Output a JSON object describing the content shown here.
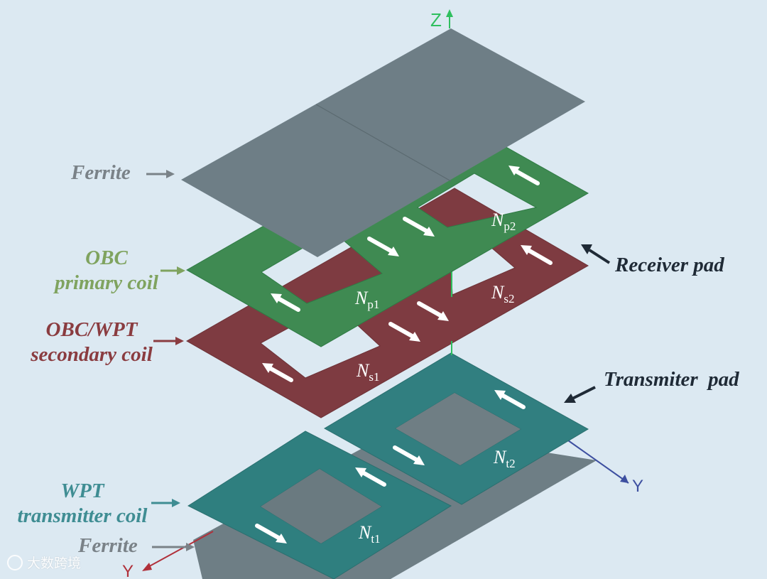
{
  "labels": {
    "ferrite_top": "Ferrite",
    "obc_primary_line1": "OBC",
    "obc_primary_line2": "primary coil",
    "obc_wpt_secondary_line1": "OBC/WPT",
    "obc_wpt_secondary_line2": "secondary coil",
    "wpt_transmitter_line1": "WPT",
    "wpt_transmitter_line2": "transmitter coil",
    "ferrite_bottom": "Ferrite",
    "receiver_pad": "Receiver pad",
    "transmitter_pad": "Transmiter  pad"
  },
  "axes": {
    "z": "Z",
    "y": "Y",
    "x": "Y"
  },
  "turns": {
    "np1": {
      "base": "N",
      "sub": "p1"
    },
    "np2": {
      "base": "N",
      "sub": "p2"
    },
    "ns1": {
      "base": "N",
      "sub": "s1"
    },
    "ns2": {
      "base": "N",
      "sub": "s2"
    },
    "nt1": {
      "base": "N",
      "sub": "t1"
    },
    "nt2": {
      "base": "N",
      "sub": "t2"
    }
  },
  "watermark": "大数跨境",
  "colors": {
    "background": "#dce9f2",
    "ferrite": "#6b7c83",
    "primary_coil": "#3f8a52",
    "secondary_coil": "#7e3b41",
    "transmitter_coil": "#2f7f7f",
    "label_ferrite": "#7a8288",
    "label_primary": "#7fa35f",
    "label_secondary": "#8a3c40",
    "label_transmitter": "#3f8d93",
    "label_pad": "#1f2a36"
  }
}
